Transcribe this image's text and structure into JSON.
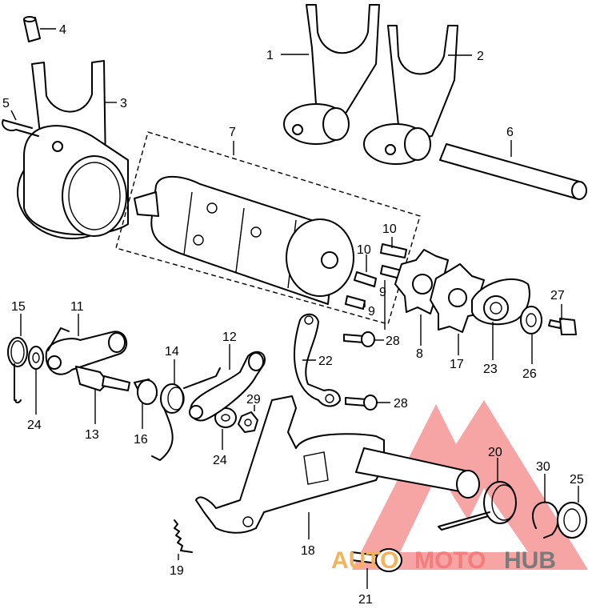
{
  "labels": {
    "p1": "1",
    "p2": "2",
    "p3": "3",
    "p4": "4",
    "p5": "5",
    "p6": "6",
    "p7": "7",
    "p8": "8",
    "p9a": "9",
    "p9b": "9",
    "p10a": "10",
    "p10b": "10",
    "p11": "11",
    "p12": "12",
    "p13": "13",
    "p14": "14",
    "p15": "15",
    "p16": "16",
    "p17": "17",
    "p18": "18",
    "p19": "19",
    "p20": "20",
    "p21": "21",
    "p22": "22",
    "p23": "23",
    "p24a": "24",
    "p24b": "24",
    "p25": "25",
    "p26": "26",
    "p27": "27",
    "p28a": "28",
    "p28b": "28",
    "p29": "29",
    "p30": "30"
  },
  "watermark": {
    "part1": "AUTO",
    "part2": "MOTO",
    "part3": "HUB",
    "colors": {
      "auto": "#f3b25c",
      "moto": "#f47c7c",
      "hub": "#7a7a7a",
      "triangle": "#f05a5a"
    }
  }
}
